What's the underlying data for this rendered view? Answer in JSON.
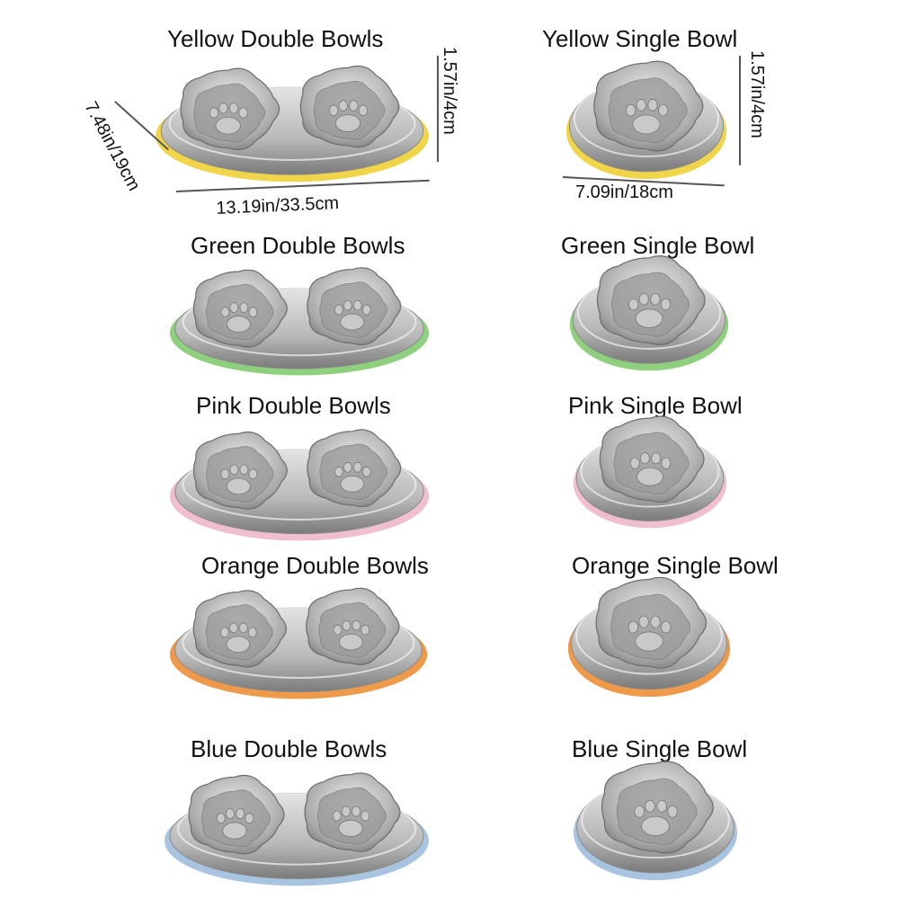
{
  "products": [
    {
      "id": "yellow-double",
      "label": "Yellow Double Bowls",
      "kind": "double",
      "rim_color": "#f0d44a"
    },
    {
      "id": "yellow-single",
      "label": "Yellow Single Bowl",
      "kind": "single",
      "rim_color": "#f0d44a"
    },
    {
      "id": "green-double",
      "label": "Green Double Bowls",
      "kind": "double",
      "rim_color": "#8fd07e"
    },
    {
      "id": "green-single",
      "label": "Green Single Bowl",
      "kind": "single",
      "rim_color": "#8fd07e"
    },
    {
      "id": "pink-double",
      "label": "Pink Double Bowls",
      "kind": "double",
      "rim_color": "#efbfd0"
    },
    {
      "id": "pink-single",
      "label": "Pink Single Bowl",
      "kind": "single",
      "rim_color": "#efbfd0"
    },
    {
      "id": "orange-double",
      "label": "Orange Double Bowls",
      "kind": "double",
      "rim_color": "#ee9a4a"
    },
    {
      "id": "orange-single",
      "label": "Orange Single Bowl",
      "kind": "single",
      "rim_color": "#ee9a4a"
    },
    {
      "id": "blue-double",
      "label": "Blue Double Bowls",
      "kind": "double",
      "rim_color": "#a8c4e0"
    },
    {
      "id": "blue-single",
      "label": "Blue Single Bowl",
      "kind": "single",
      "rim_color": "#a8c4e0"
    }
  ],
  "dimensions": {
    "double_length": "13.19in/33.5cm",
    "double_width": "7.48in/19cm",
    "double_height": "1.57in/4cm",
    "single_diameter": "7.09in/18cm",
    "single_height": "1.57in/4cm"
  },
  "steel_colors": {
    "light": "#e4e4e4",
    "mid": "#b8b8b8",
    "dark": "#7a7a7a"
  }
}
